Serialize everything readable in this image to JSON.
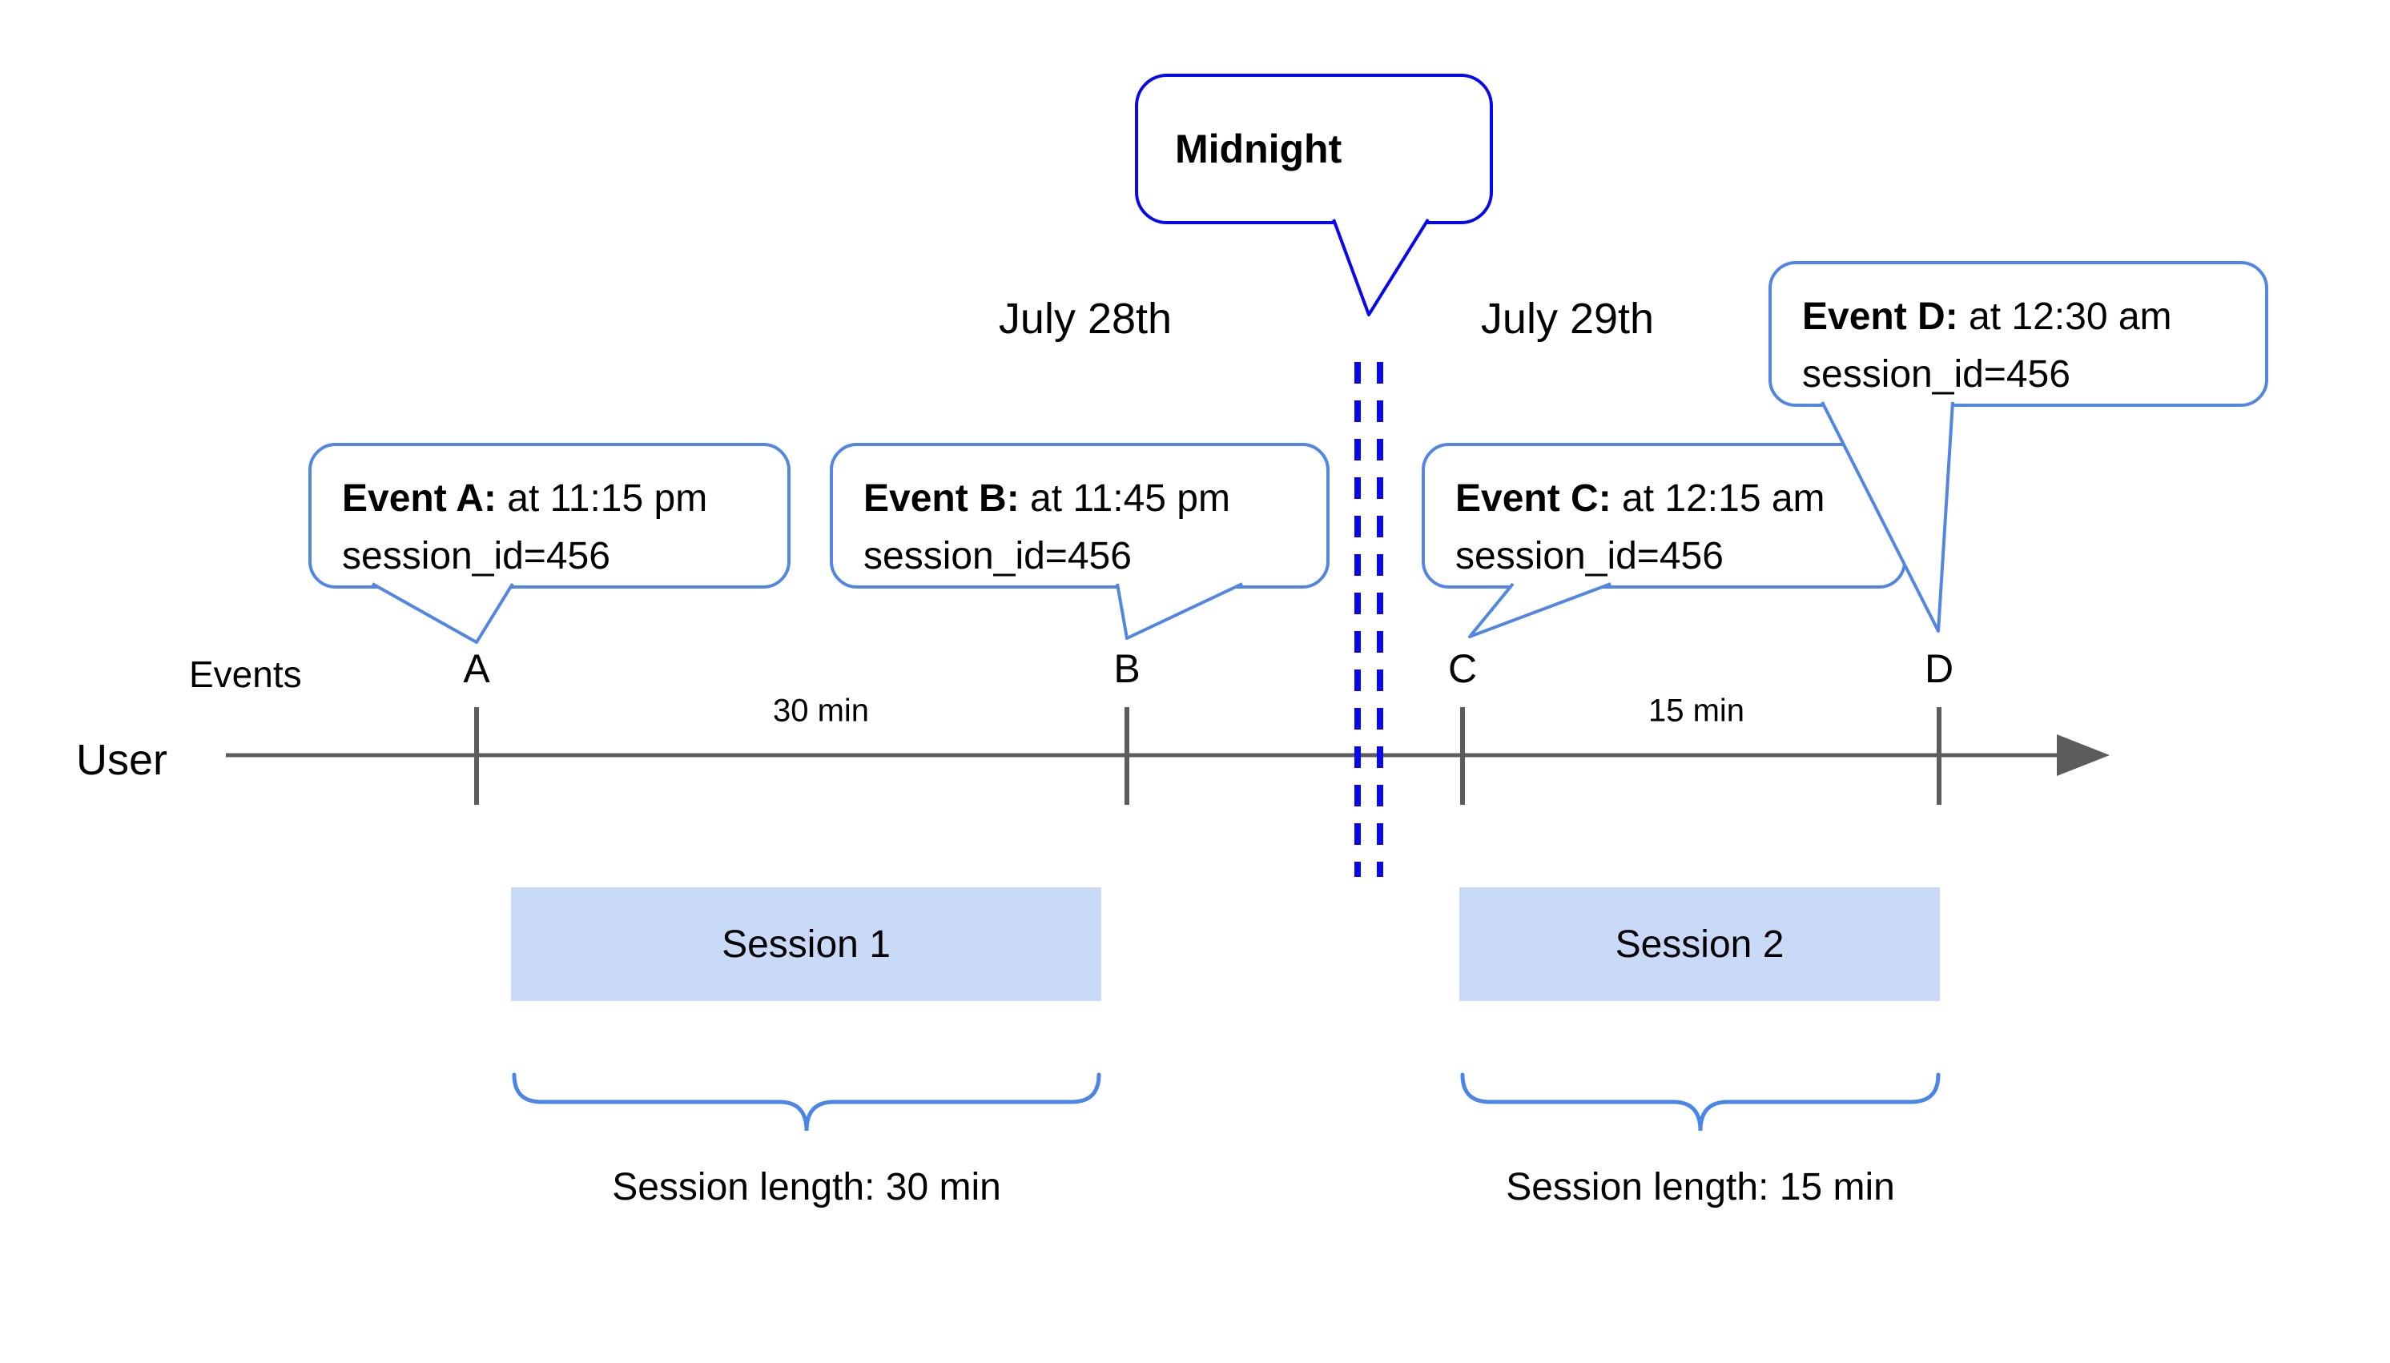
{
  "colors": {
    "midnight_blue": "#0808ee",
    "callout_border_blue": "#5386e4",
    "brace_blue": "#4a86e8",
    "session_fill_blue": "#c9daf8",
    "axis_gray": "#5c5c5c",
    "text_black": "#000000"
  },
  "midnight_callout": {
    "label": "Midnight"
  },
  "date_labels": {
    "before": "July 28th",
    "after": "July 29th"
  },
  "events": [
    {
      "id": "A",
      "title": "Event A:",
      "time": " at 11:15 pm",
      "session": "session_id=456"
    },
    {
      "id": "B",
      "title": "Event B:",
      "time": " at 11:45 pm",
      "session": "session_id=456"
    },
    {
      "id": "C",
      "title": "Event C:",
      "time": " at 12:15 am",
      "session": "session_id=456"
    },
    {
      "id": "D",
      "title": "Event D:",
      "time": " at 12:30 am",
      "session": "session_id=456"
    }
  ],
  "axis": {
    "events_label": "Events",
    "user_label": "User",
    "interval_ab": "30 min",
    "interval_cd": "15 min"
  },
  "sessions": [
    {
      "label": "Session 1",
      "length": "Session length: 30 min"
    },
    {
      "label": "Session 2",
      "length": "Session length: 15 min"
    }
  ]
}
